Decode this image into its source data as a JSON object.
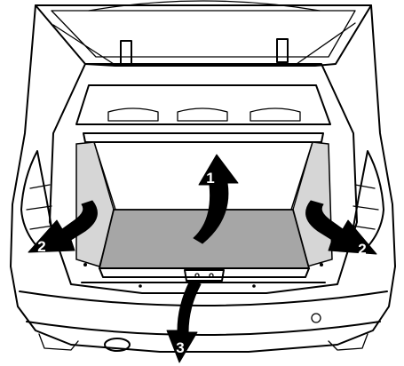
{
  "diagram": {
    "colors": {
      "line": "#000000",
      "floor": "#a6a6a6",
      "side_panel": "#d6d6d6",
      "background": "#ffffff",
      "arrow": "#000000",
      "label": "#ffffff"
    },
    "arrows": [
      {
        "id": "arrow-1",
        "label": "1",
        "direction": "up"
      },
      {
        "id": "arrow-2-left",
        "label": "2",
        "direction": "down-left"
      },
      {
        "id": "arrow-2-right",
        "label": "2",
        "direction": "down-right"
      },
      {
        "id": "arrow-3",
        "label": "3",
        "direction": "down"
      }
    ]
  }
}
